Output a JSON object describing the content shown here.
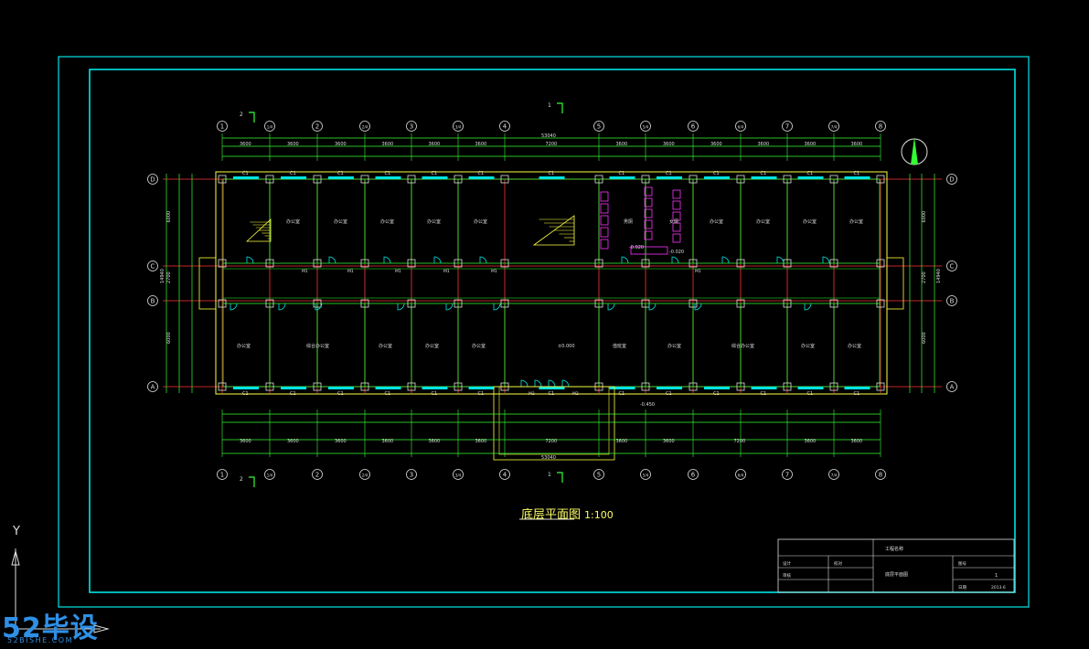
{
  "drawing": {
    "title": "底层平面图",
    "scale": "1:100",
    "ucs_label": "Y",
    "watermark": {
      "brand": "52毕设",
      "url": "52BISHE.COM"
    },
    "axis_columns": [
      "1",
      "1/4",
      "2",
      "2/4",
      "3",
      "3/4",
      "4",
      "5",
      "5/4",
      "6",
      "6/4",
      "7",
      "7/4",
      "8"
    ],
    "axis_rows": [
      "D",
      "C",
      "B",
      "A"
    ],
    "section_marks": [
      "2",
      "1"
    ],
    "overall_dimension": "53040",
    "overall_dimension_bottom": "53040",
    "bay_dimensions_top": [
      "3600",
      "3600",
      "3600",
      "3600",
      "3600",
      "3600",
      "7200",
      "3600",
      "3600",
      "3600",
      "3600",
      "3600",
      "3600"
    ],
    "bay_dimensions_bottom": [
      "3600",
      "3600",
      "3600",
      "3600",
      "3600",
      "3600",
      "7200",
      "3600",
      "3600",
      "7200",
      "3600",
      "3600"
    ],
    "row_dimensions": [
      "6000",
      "2700",
      "6000"
    ],
    "total_depth": "14940",
    "levels": [
      "±0.000",
      "-0.020",
      "-0.020",
      "-0.450"
    ],
    "door_labels": [
      "M1",
      "M1",
      "M1",
      "M1",
      "M1",
      "M1",
      "M2",
      "M2"
    ],
    "window_label": "C1",
    "rooms_top": [
      "办公室",
      "办公室",
      "办公室",
      "办公室",
      "办公室",
      "男厕",
      "女厕",
      "办公室",
      "办公室",
      "办公室",
      "办公室"
    ],
    "rooms_bottom": [
      "办公室",
      "综合办公室",
      "办公室",
      "办公室",
      "办公室",
      "值班室",
      "办公室",
      "综合办公室",
      "办公室",
      "办公室"
    ],
    "title_block": {
      "project": "工程名称",
      "drawing": "底层平面图",
      "rows": [
        "设计",
        "审核",
        "校对",
        "图号",
        "日期"
      ],
      "sheet": "1",
      "date": "2013.6"
    }
  }
}
